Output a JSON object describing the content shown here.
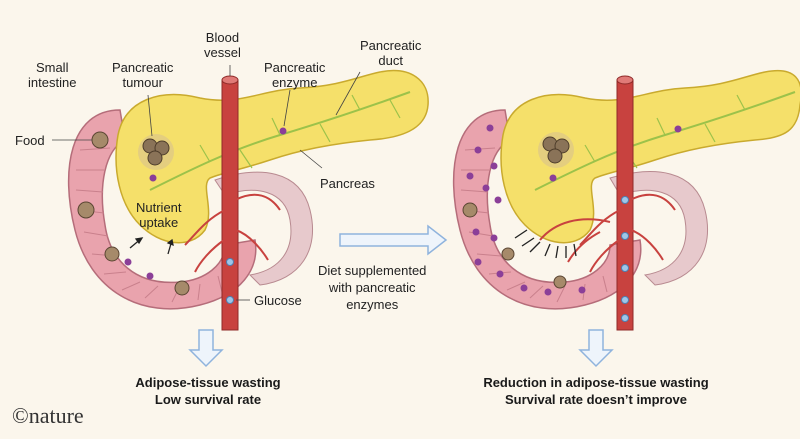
{
  "labels": {
    "small_intestine": "Small\nintestine",
    "pancreatic_tumour": "Pancreatic\ntumour",
    "blood_vessel": "Blood\nvessel",
    "pancreatic_enzyme": "Pancreatic\nenzyme",
    "pancreatic_duct": "Pancreatic\nduct",
    "food": "Food",
    "pancreas": "Pancreas",
    "nutrient_uptake": "Nutrient\nuptake",
    "glucose": "Glucose"
  },
  "middle_caption": "Diet supplemented\nwith pancreatic\nenzymes",
  "outcomes": {
    "left_line1": "Adipose-tissue wasting",
    "left_line2": "Low survival rate",
    "right_line1": "Reduction in adipose-tissue wasting",
    "right_line2": "Survival rate doesn’t improve"
  },
  "logo": "©nature",
  "colors": {
    "background": "#fbf6ec",
    "pancreas": "#f5e06a",
    "intestine": "#e9a3ad",
    "vessel": "#c8423f",
    "duct": "#9cc24a",
    "enzyme": "#8b3f98",
    "glucose": "#9fc6e8",
    "arrow": "#a9c5e6"
  }
}
